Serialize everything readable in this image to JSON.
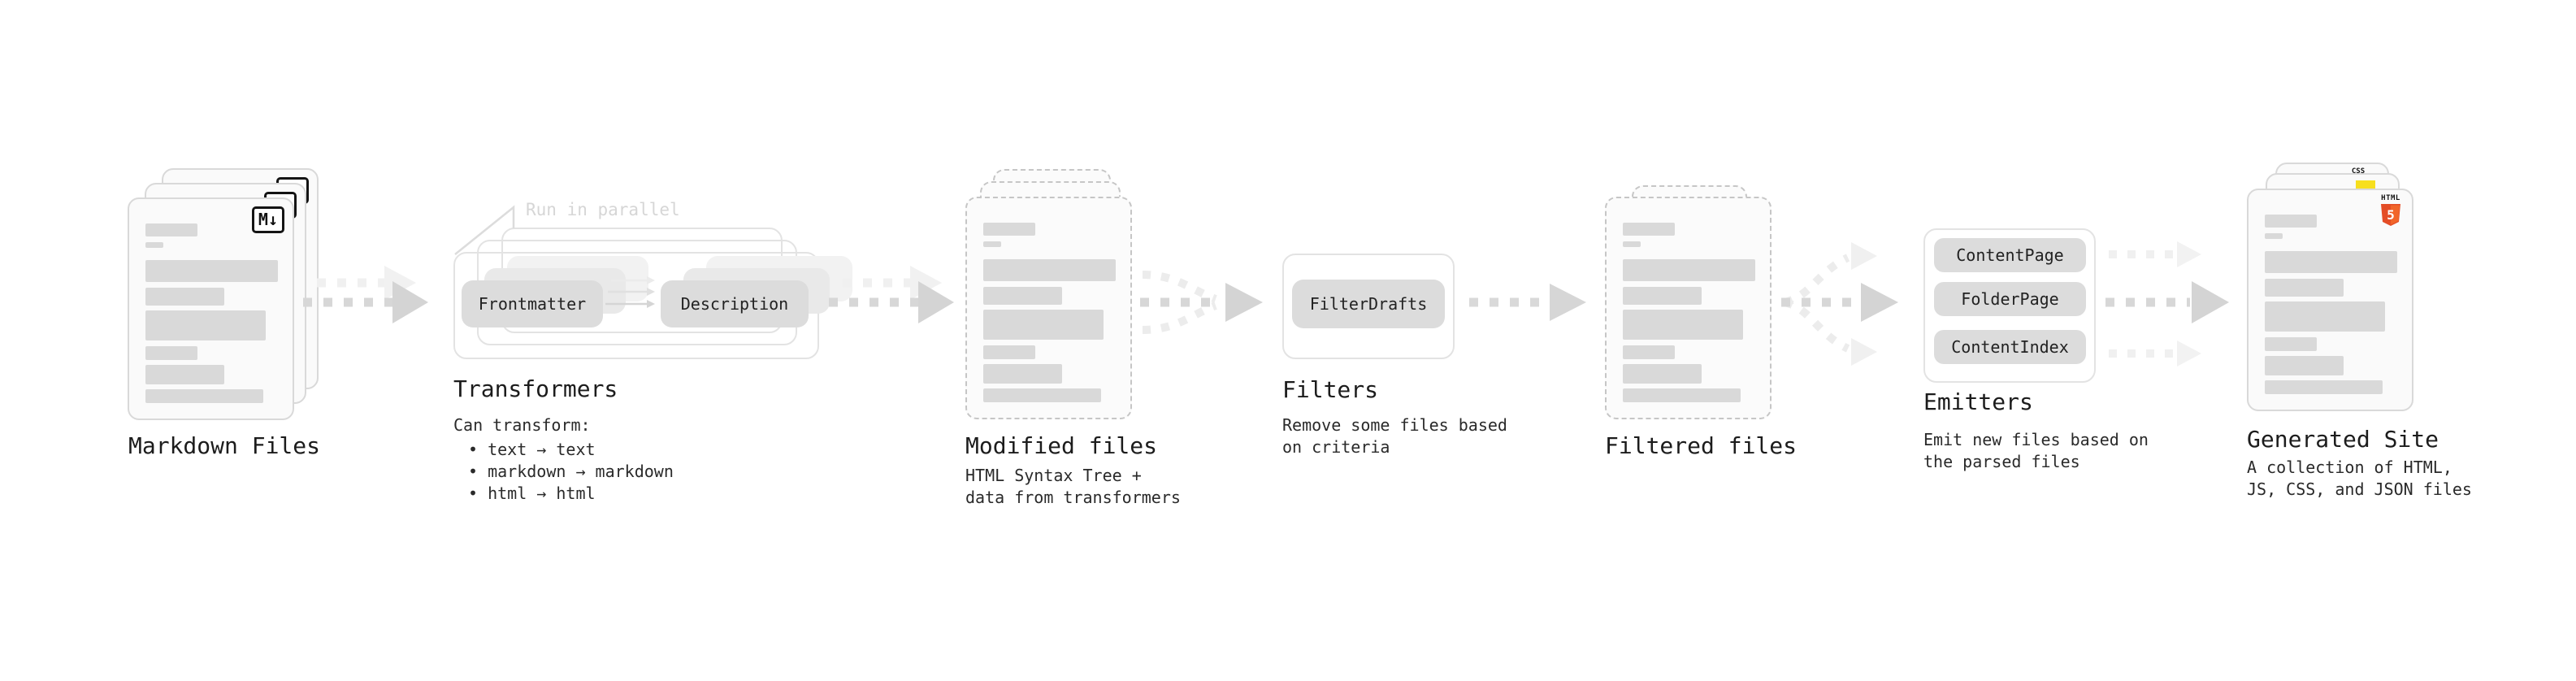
{
  "stages": {
    "markdown": {
      "label": "Markdown Files",
      "badge": "M↓"
    },
    "transformers": {
      "annotation": "Run in parallel",
      "pills": {
        "frontmatter": "Frontmatter",
        "description": "Description"
      },
      "label": "Transformers",
      "desc_title": "Can transform:",
      "bullets": [
        "• text → text",
        "• markdown → markdown",
        "• html → html"
      ]
    },
    "modified": {
      "label": "Modified files",
      "desc": [
        "HTML Syntax Tree +",
        "data from transformers"
      ]
    },
    "filters": {
      "pill": "FilterDrafts",
      "label": "Filters",
      "desc": [
        "Remove some files based",
        "on criteria"
      ]
    },
    "filtered": {
      "label": "Filtered files"
    },
    "emitters": {
      "pills": [
        "ContentPage",
        "FolderPage",
        "ContentIndex"
      ],
      "label": "Emitters",
      "desc": [
        "Emit new files based on",
        "the parsed files"
      ]
    },
    "generated": {
      "label": "Generated Site",
      "badges": {
        "css": "CSS",
        "html_top": "HTML",
        "html_number": "5"
      },
      "desc": [
        "A collection of HTML,",
        "JS, CSS, and JSON files"
      ]
    }
  },
  "colors": {
    "css_badge_underline": "#2962f1",
    "js_badge": "#f7df1e",
    "html5_shield": "#e44d26",
    "html5_shield_light": "#f16529",
    "card_border": "#d9d9d9",
    "bar_fill": "#d9d9d9",
    "pill_fill": "#dcdcdc",
    "arrow_main": "#d4d4d4",
    "arrow_ghost": "#f0f0f0",
    "text": "#1f1f1f"
  }
}
